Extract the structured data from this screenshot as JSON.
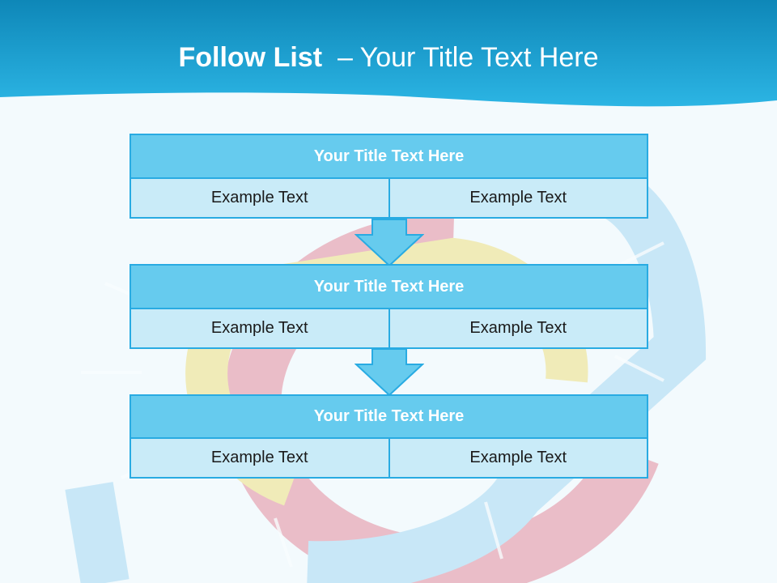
{
  "slide": {
    "title_bold": "Follow List",
    "title_rest": "– Your Title Text Here"
  },
  "colors": {
    "header": "#1fa9dc",
    "box_title_fill": "#66cbee",
    "box_cell_fill": "#c9ebf8",
    "box_border": "#29abe2",
    "background": "#f3fafd"
  },
  "blocks": [
    {
      "title": "Your Title Text Here",
      "cells": [
        "Example Text",
        "Example Text"
      ]
    },
    {
      "title": "Your Title Text Here",
      "cells": [
        "Example Text",
        "Example Text"
      ]
    },
    {
      "title": "Your Title Text Here",
      "cells": [
        "Example Text",
        "Example Text"
      ]
    }
  ],
  "connectors": [
    {
      "from": 0,
      "to": 1,
      "shape": "down-arrow"
    },
    {
      "from": 1,
      "to": 2,
      "shape": "down-arrow"
    }
  ]
}
